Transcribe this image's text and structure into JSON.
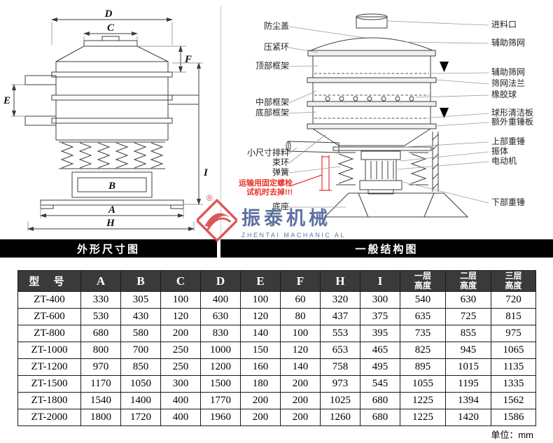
{
  "captions": {
    "left": "外形尺寸图",
    "right": "一般结构图"
  },
  "dims": [
    "D",
    "C",
    "F",
    "E",
    "B",
    "A",
    "H",
    "I"
  ],
  "structure": {
    "left_labels": [
      "防尘盖",
      "压紧环",
      "顶部框架",
      "中部框架",
      "底部框架",
      "小尺寸排料",
      "束环",
      "弹簧",
      "底座"
    ],
    "warning_line1": "运输用固定螺栓",
    "warning_line2": "试机时去掉!!!",
    "right_labels": [
      "进料口",
      "辅助筛网",
      "辅助筛网",
      "筛网法兰",
      "橡胶球",
      "球形清洁板",
      "额外重锤板",
      "上部重锤",
      "振体",
      "电动机",
      "下部重锤"
    ]
  },
  "watermark": {
    "reg": "®",
    "cn": "振泰机械",
    "en": "ZHENTAI MACHANIC AL"
  },
  "table": {
    "headers": [
      "型 号",
      "A",
      "B",
      "C",
      "D",
      "E",
      "F",
      "H",
      "I",
      "一层\n高度",
      "二层\n高度",
      "三层\n高度"
    ],
    "rows": [
      [
        "ZT-400",
        "330",
        "305",
        "100",
        "400",
        "100",
        "60",
        "320",
        "300",
        "540",
        "630",
        "720"
      ],
      [
        "ZT-600",
        "530",
        "430",
        "120",
        "630",
        "120",
        "80",
        "437",
        "375",
        "635",
        "725",
        "815"
      ],
      [
        "ZT-800",
        "680",
        "580",
        "200",
        "830",
        "140",
        "100",
        "553",
        "395",
        "735",
        "855",
        "975"
      ],
      [
        "ZT-1000",
        "800",
        "700",
        "250",
        "1000",
        "150",
        "120",
        "653",
        "465",
        "825",
        "945",
        "1065"
      ],
      [
        "ZT-1200",
        "970",
        "850",
        "250",
        "1200",
        "160",
        "140",
        "758",
        "495",
        "895",
        "1015",
        "1135"
      ],
      [
        "ZT-1500",
        "1170",
        "1050",
        "300",
        "1500",
        "180",
        "200",
        "973",
        "545",
        "1055",
        "1195",
        "1335"
      ],
      [
        "ZT-1800",
        "1540",
        "1400",
        "400",
        "1770",
        "200",
        "200",
        "1025",
        "680",
        "1225",
        "1394",
        "1562"
      ],
      [
        "ZT-2000",
        "1800",
        "1720",
        "400",
        "1960",
        "200",
        "200",
        "1260",
        "680",
        "1225",
        "1420",
        "1586"
      ]
    ]
  },
  "footer": {
    "unit": "单位：mm"
  }
}
